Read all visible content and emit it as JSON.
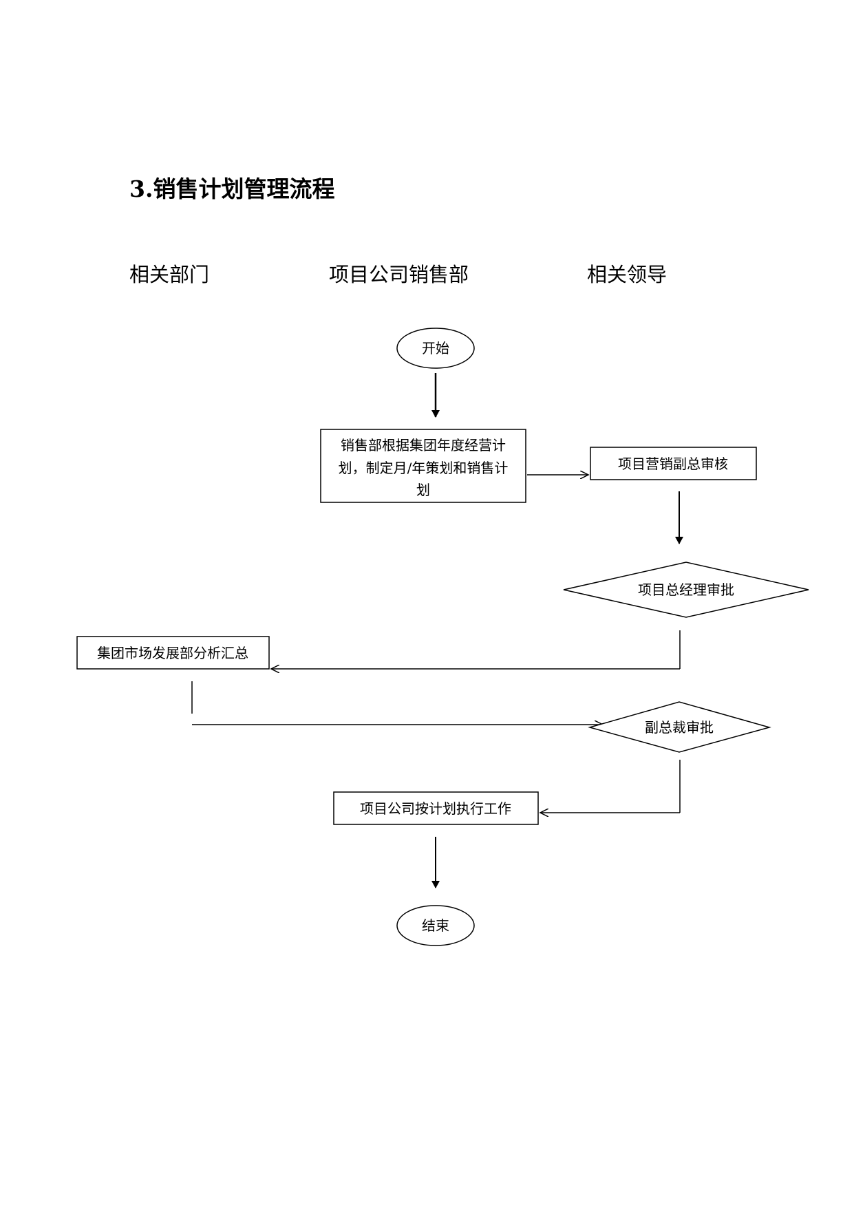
{
  "title": "3.销售计划管理流程",
  "lanes": [
    "相关部门",
    "项目公司销售部",
    "相关领导"
  ],
  "nodes": {
    "start": "开始",
    "make_plan": [
      "销售部根据集团年度经营计",
      "划，制定月/年策划和销售计",
      "划"
    ],
    "vp_marketing_review": "项目营销副总审核",
    "gm_approval": "项目总经理审批",
    "group_market_summary": "集团市场发展部分析汇总",
    "vp_approval": "副总裁审批",
    "execute_plan": "项目公司按计划执行工作",
    "end": "结束"
  }
}
